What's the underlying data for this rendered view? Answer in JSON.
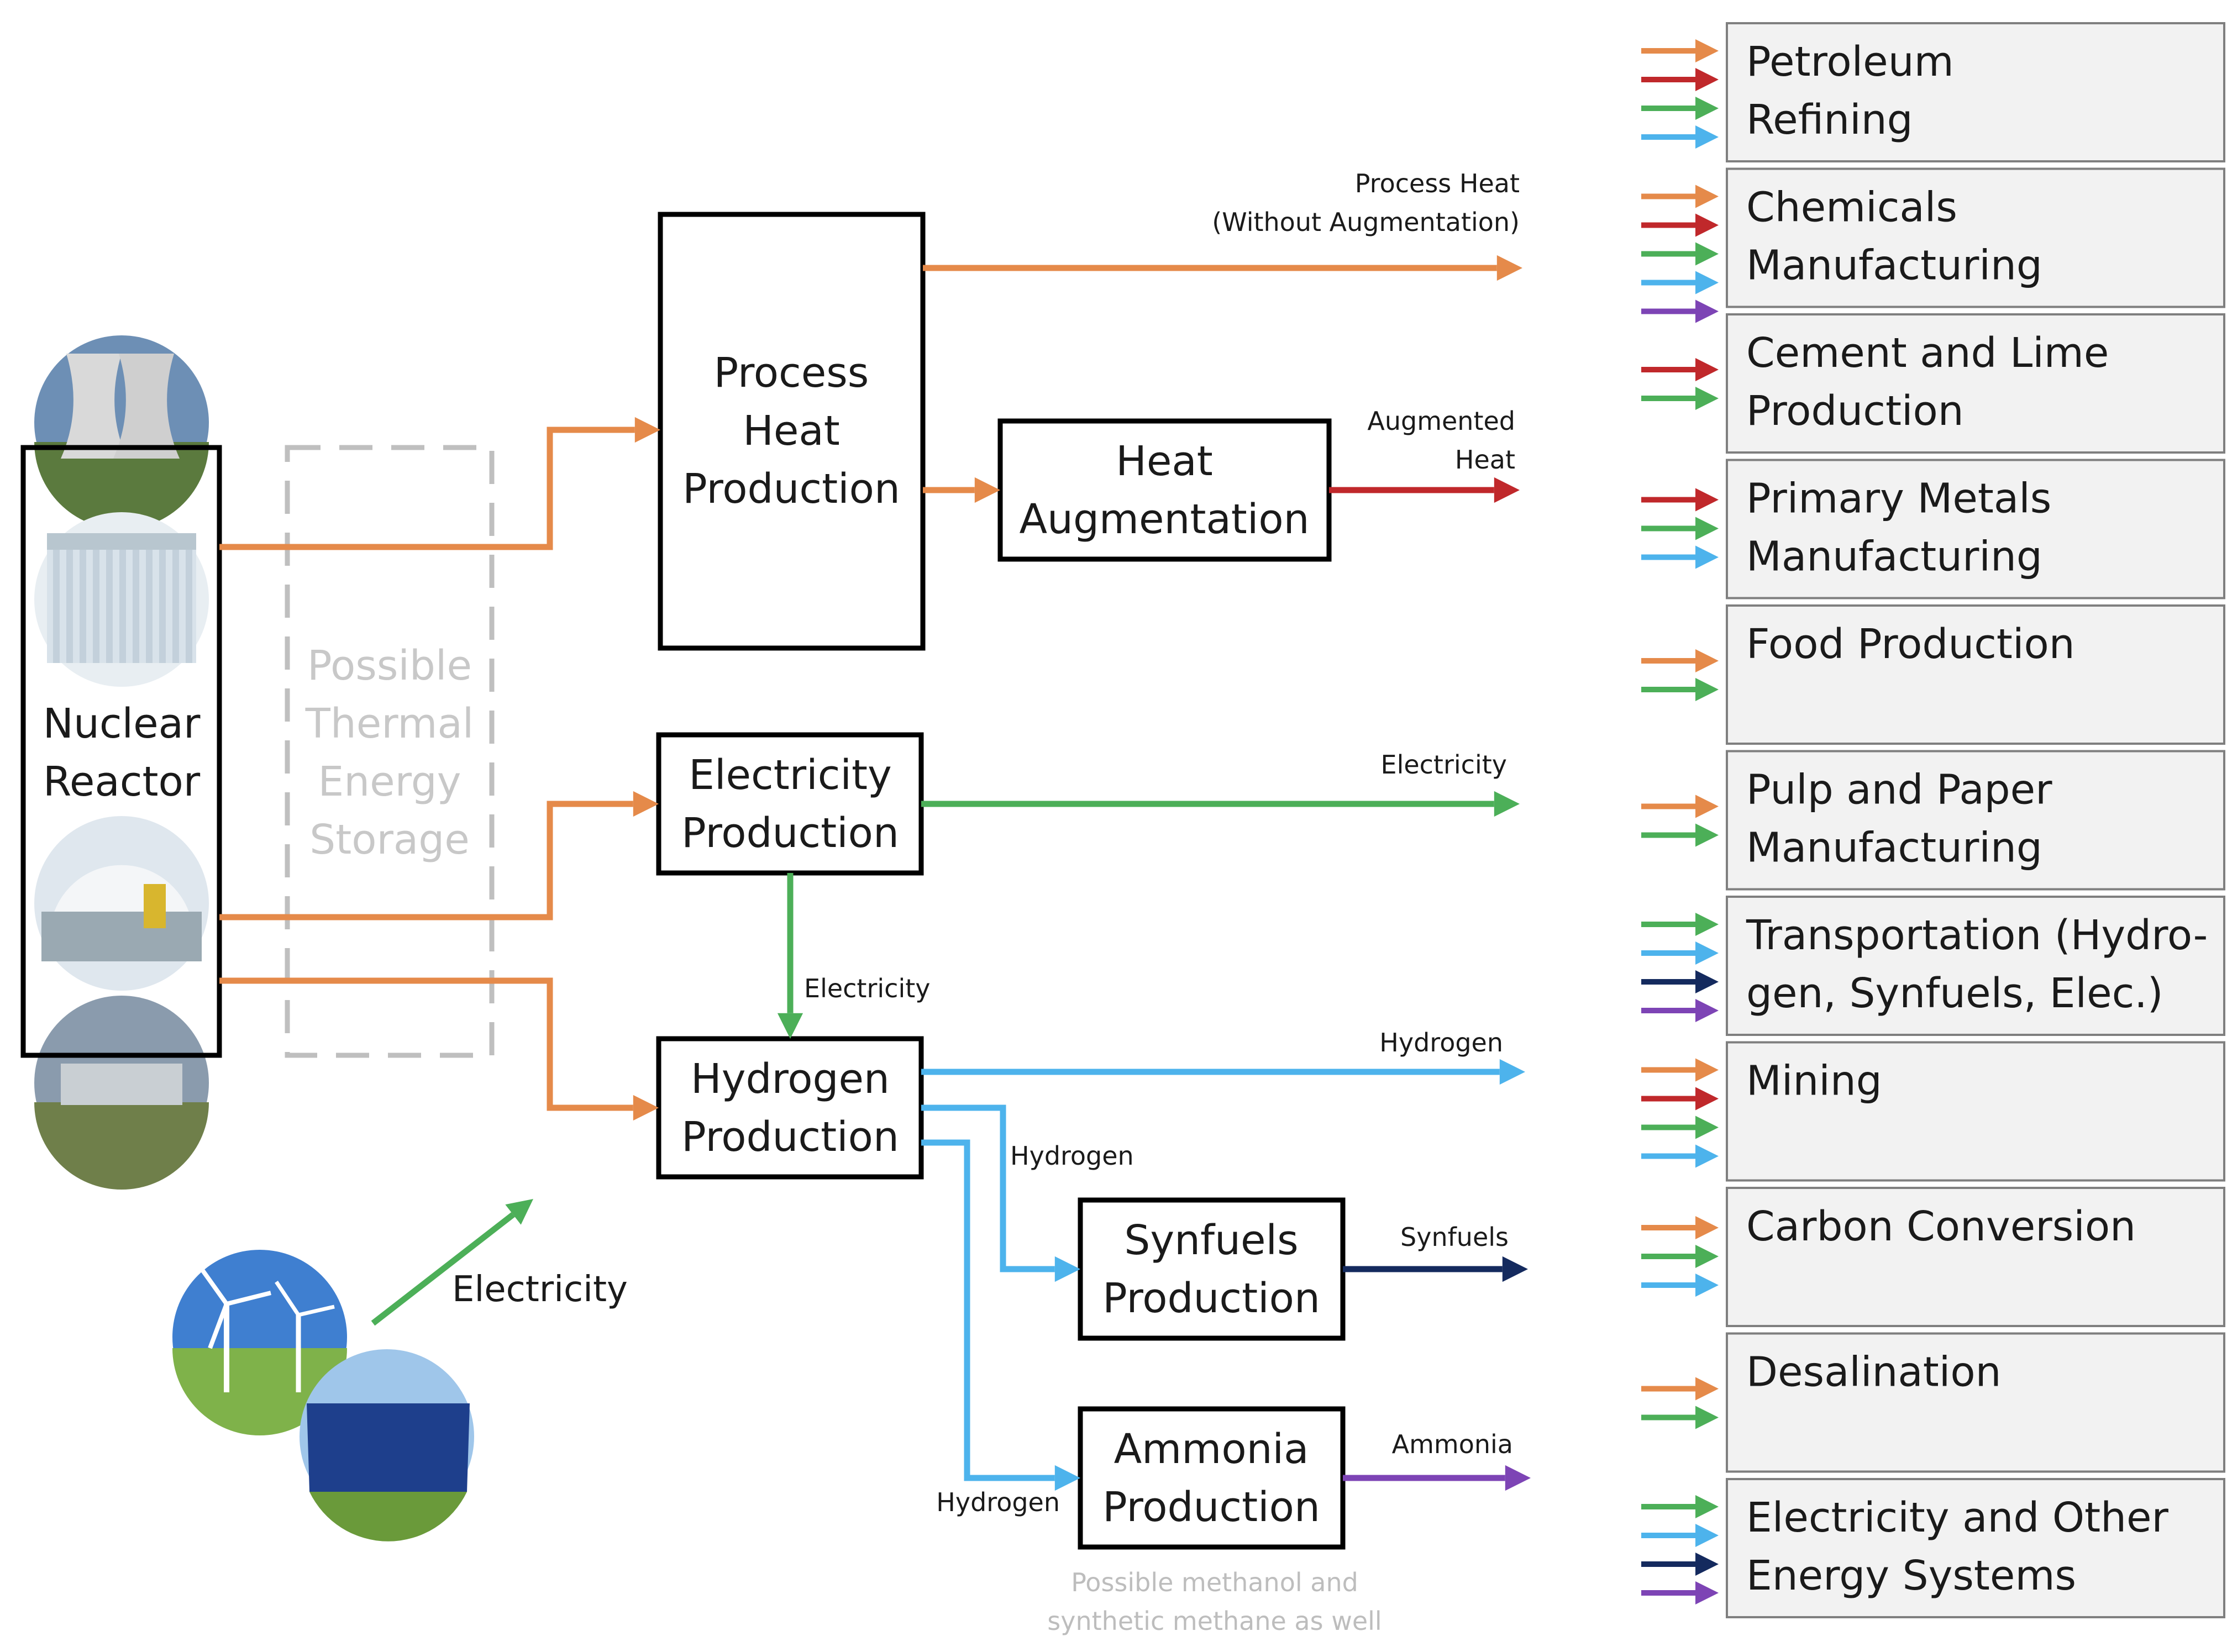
{
  "colors": {
    "process_heat": "#e58a4a",
    "augmented_heat": "#c0282b",
    "electricity": "#4caf58",
    "hydrogen": "#4db3ec",
    "synfuels": "#142a5e",
    "ammonia": "#7d44b5",
    "box_stroke": "#000000",
    "sector_fill": "#f2f2f2",
    "storage_dash": "#bfbfbf"
  },
  "sources": {
    "nuclear_label": [
      "Nuclear",
      "Reactor"
    ],
    "storage_label": [
      "Possible",
      "Thermal",
      "Energy",
      "Storage"
    ],
    "renewable_label": "Electricity",
    "images": [
      "cooling-tower-photo",
      "reactor-building-photo",
      "reactor-dome-photo",
      "power-plant-photo",
      "wind-turbine-photo",
      "solar-panel-photo"
    ]
  },
  "processes": {
    "process_heat": [
      "Process",
      "Heat",
      "Production"
    ],
    "heat_augmentation": [
      "Heat",
      "Augmentation"
    ],
    "electricity": [
      "Electricity",
      "Production"
    ],
    "hydrogen": [
      "Hydrogen",
      "Production"
    ],
    "synfuels": [
      "Synfuels",
      "Production"
    ],
    "ammonia": [
      "Ammonia",
      "Production"
    ]
  },
  "flows": {
    "process_heat": [
      "Process Heat",
      "(Without Augmentation)"
    ],
    "augmented_heat": [
      "Augmented",
      "Heat"
    ],
    "electricity_out": "Electricity",
    "electricity_down": "Electricity",
    "hydrogen_out": "Hydrogen",
    "hydrogen_to_synfuels": "Hydrogen",
    "hydrogen_to_ammonia": "Hydrogen",
    "synfuels_out": "Synfuels",
    "ammonia_out": "Ammonia"
  },
  "note": [
    "Possible methanol and",
    "synthetic methane as well"
  ],
  "sectors": [
    {
      "lines": [
        "Petroleum",
        "Refining"
      ],
      "inputs": [
        "process_heat",
        "augmented_heat",
        "electricity",
        "hydrogen"
      ]
    },
    {
      "lines": [
        "Chemicals",
        "Manufacturing"
      ],
      "inputs": [
        "process_heat",
        "augmented_heat",
        "electricity",
        "hydrogen",
        "ammonia"
      ]
    },
    {
      "lines": [
        "Cement and Lime",
        "Production"
      ],
      "inputs": [
        "augmented_heat",
        "electricity"
      ]
    },
    {
      "lines": [
        "Primary Metals",
        "Manufacturing"
      ],
      "inputs": [
        "augmented_heat",
        "electricity",
        "hydrogen"
      ]
    },
    {
      "lines": [
        "Food Production"
      ],
      "inputs": [
        "process_heat",
        "electricity"
      ]
    },
    {
      "lines": [
        "Pulp and Paper",
        "Manufacturing"
      ],
      "inputs": [
        "process_heat",
        "electricity"
      ]
    },
    {
      "lines": [
        "Transportation (Hydro-",
        "gen, Synfuels, Elec.)"
      ],
      "inputs": [
        "electricity",
        "hydrogen",
        "synfuels",
        "ammonia"
      ]
    },
    {
      "lines": [
        "Mining"
      ],
      "inputs": [
        "process_heat",
        "augmented_heat",
        "electricity",
        "hydrogen"
      ]
    },
    {
      "lines": [
        "Carbon Conversion"
      ],
      "inputs": [
        "process_heat",
        "electricity",
        "hydrogen"
      ]
    },
    {
      "lines": [
        "Desalination"
      ],
      "inputs": [
        "process_heat",
        "electricity"
      ]
    },
    {
      "lines": [
        "Electricity and Other",
        "Energy Systems"
      ],
      "inputs": [
        "electricity",
        "hydrogen",
        "synfuels",
        "ammonia"
      ]
    }
  ]
}
